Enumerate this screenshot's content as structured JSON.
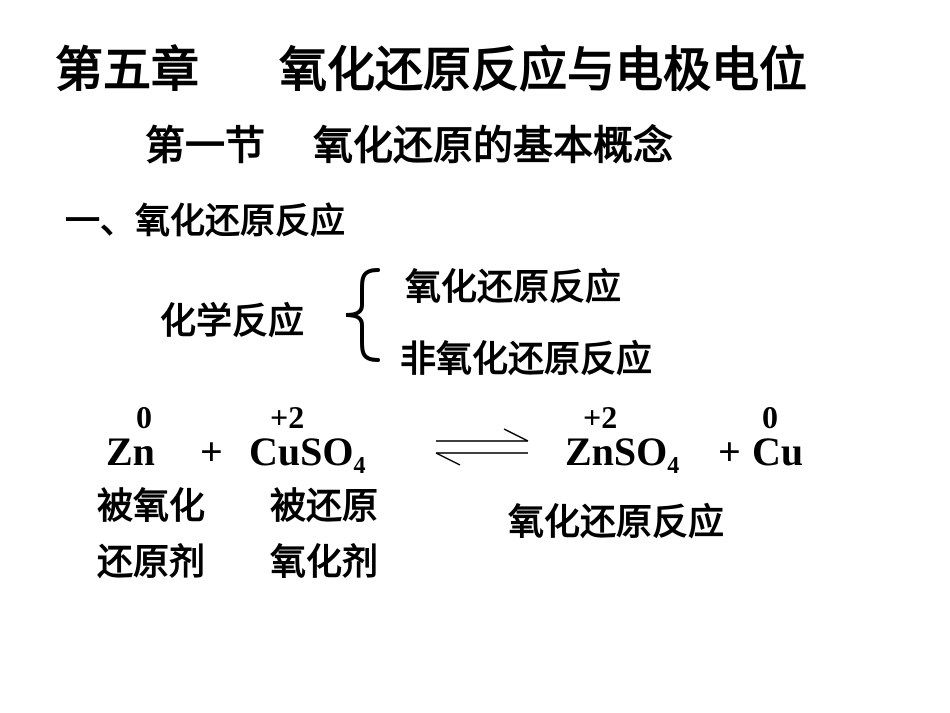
{
  "title": {
    "chapter": "第五章",
    "text": "氧化还原反应与电极电位"
  },
  "subtitle": {
    "section": "第一节",
    "text": "氧化还原的基本概念"
  },
  "heading": "一、氧化还原反应",
  "classification": {
    "label": "化学反应",
    "items": [
      "氧化还原反应",
      "非氧化还原反应"
    ]
  },
  "equation": {
    "reactant1": "Zn",
    "plus1": "+",
    "reactant2_base": "CuSO",
    "reactant2_sub": "4",
    "product1_base": "ZnSO",
    "product1_sub": "4",
    "plus2": "+",
    "product2": "Cu",
    "oxidation_states": {
      "zn": "0",
      "cu_in_cuso4": "+2",
      "zn_in_znso4": "+2",
      "cu": "0"
    }
  },
  "annotations": {
    "zn_process": "被氧化",
    "cuso4_process": "被还原",
    "zn_role": "还原剂",
    "cuso4_role": "氧化剂",
    "reaction_type": "氧化还原反应"
  }
}
